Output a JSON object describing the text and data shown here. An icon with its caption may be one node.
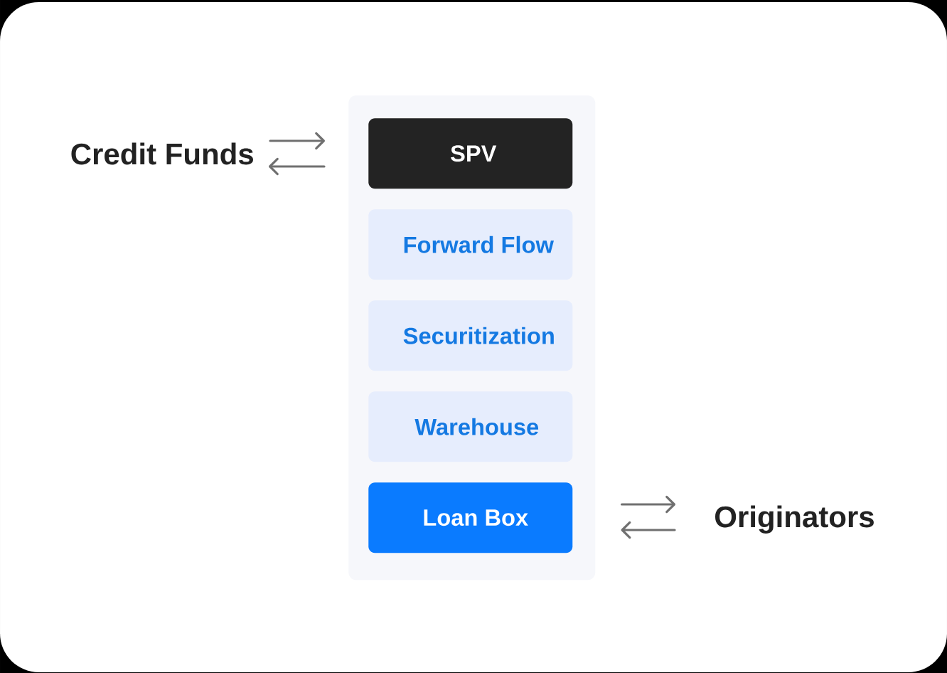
{
  "diagram": {
    "nodes": [
      {
        "text": [
          "Credit Funds"
        ]
      },
      {
        "text": [],
        "shape": "box"
      },
      {
        "text": [
          "SPV"
        ],
        "in": 1
      },
      {
        "text": [
          "Forward Flow"
        ],
        "in": 1
      },
      {
        "text": [
          "Securitization"
        ],
        "in": 1
      },
      {
        "text": [
          "Warehouse"
        ],
        "in": 1
      },
      {
        "text": [
          "Loan Box"
        ],
        "in": 1
      },
      {
        "text": [
          "Originators"
        ]
      }
    ],
    "edges": [
      {
        "from": 0,
        "to": 2,
        "arrow": "to"
      },
      {
        "from": 2,
        "to": 0,
        "arrow": "to"
      },
      {
        "from": 6,
        "to": 7,
        "arrow": "to"
      },
      {
        "from": 7,
        "to": 6,
        "arrow": "to"
      }
    ]
  }
}
